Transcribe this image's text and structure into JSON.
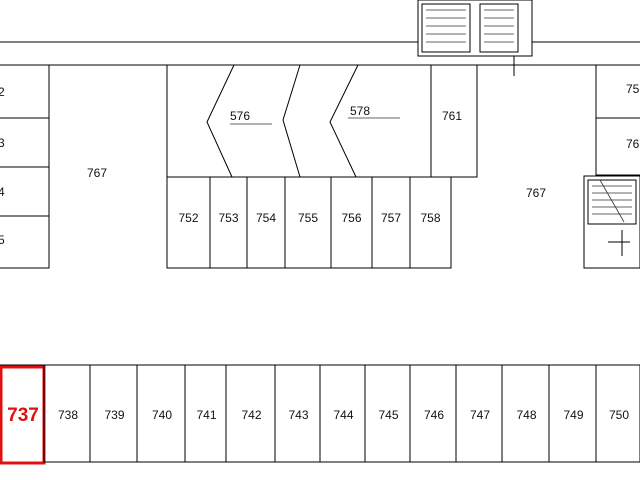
{
  "highlighted_room": "737",
  "highlight_color": "#e01010",
  "upper_left_partial_rooms": [
    "2",
    "3",
    "4",
    "5"
  ],
  "upper_right_partial_rooms": [
    "75",
    "76"
  ],
  "halls": [
    "767",
    "767"
  ],
  "angled_rooms": [
    "576",
    "578"
  ],
  "room_761": "761",
  "upper_row_rooms": [
    "752",
    "753",
    "754",
    "755",
    "756",
    "757",
    "758"
  ],
  "lower_row_rooms": [
    "737",
    "738",
    "739",
    "740",
    "741",
    "742",
    "743",
    "744",
    "745",
    "746",
    "747",
    "748",
    "749",
    "750"
  ]
}
